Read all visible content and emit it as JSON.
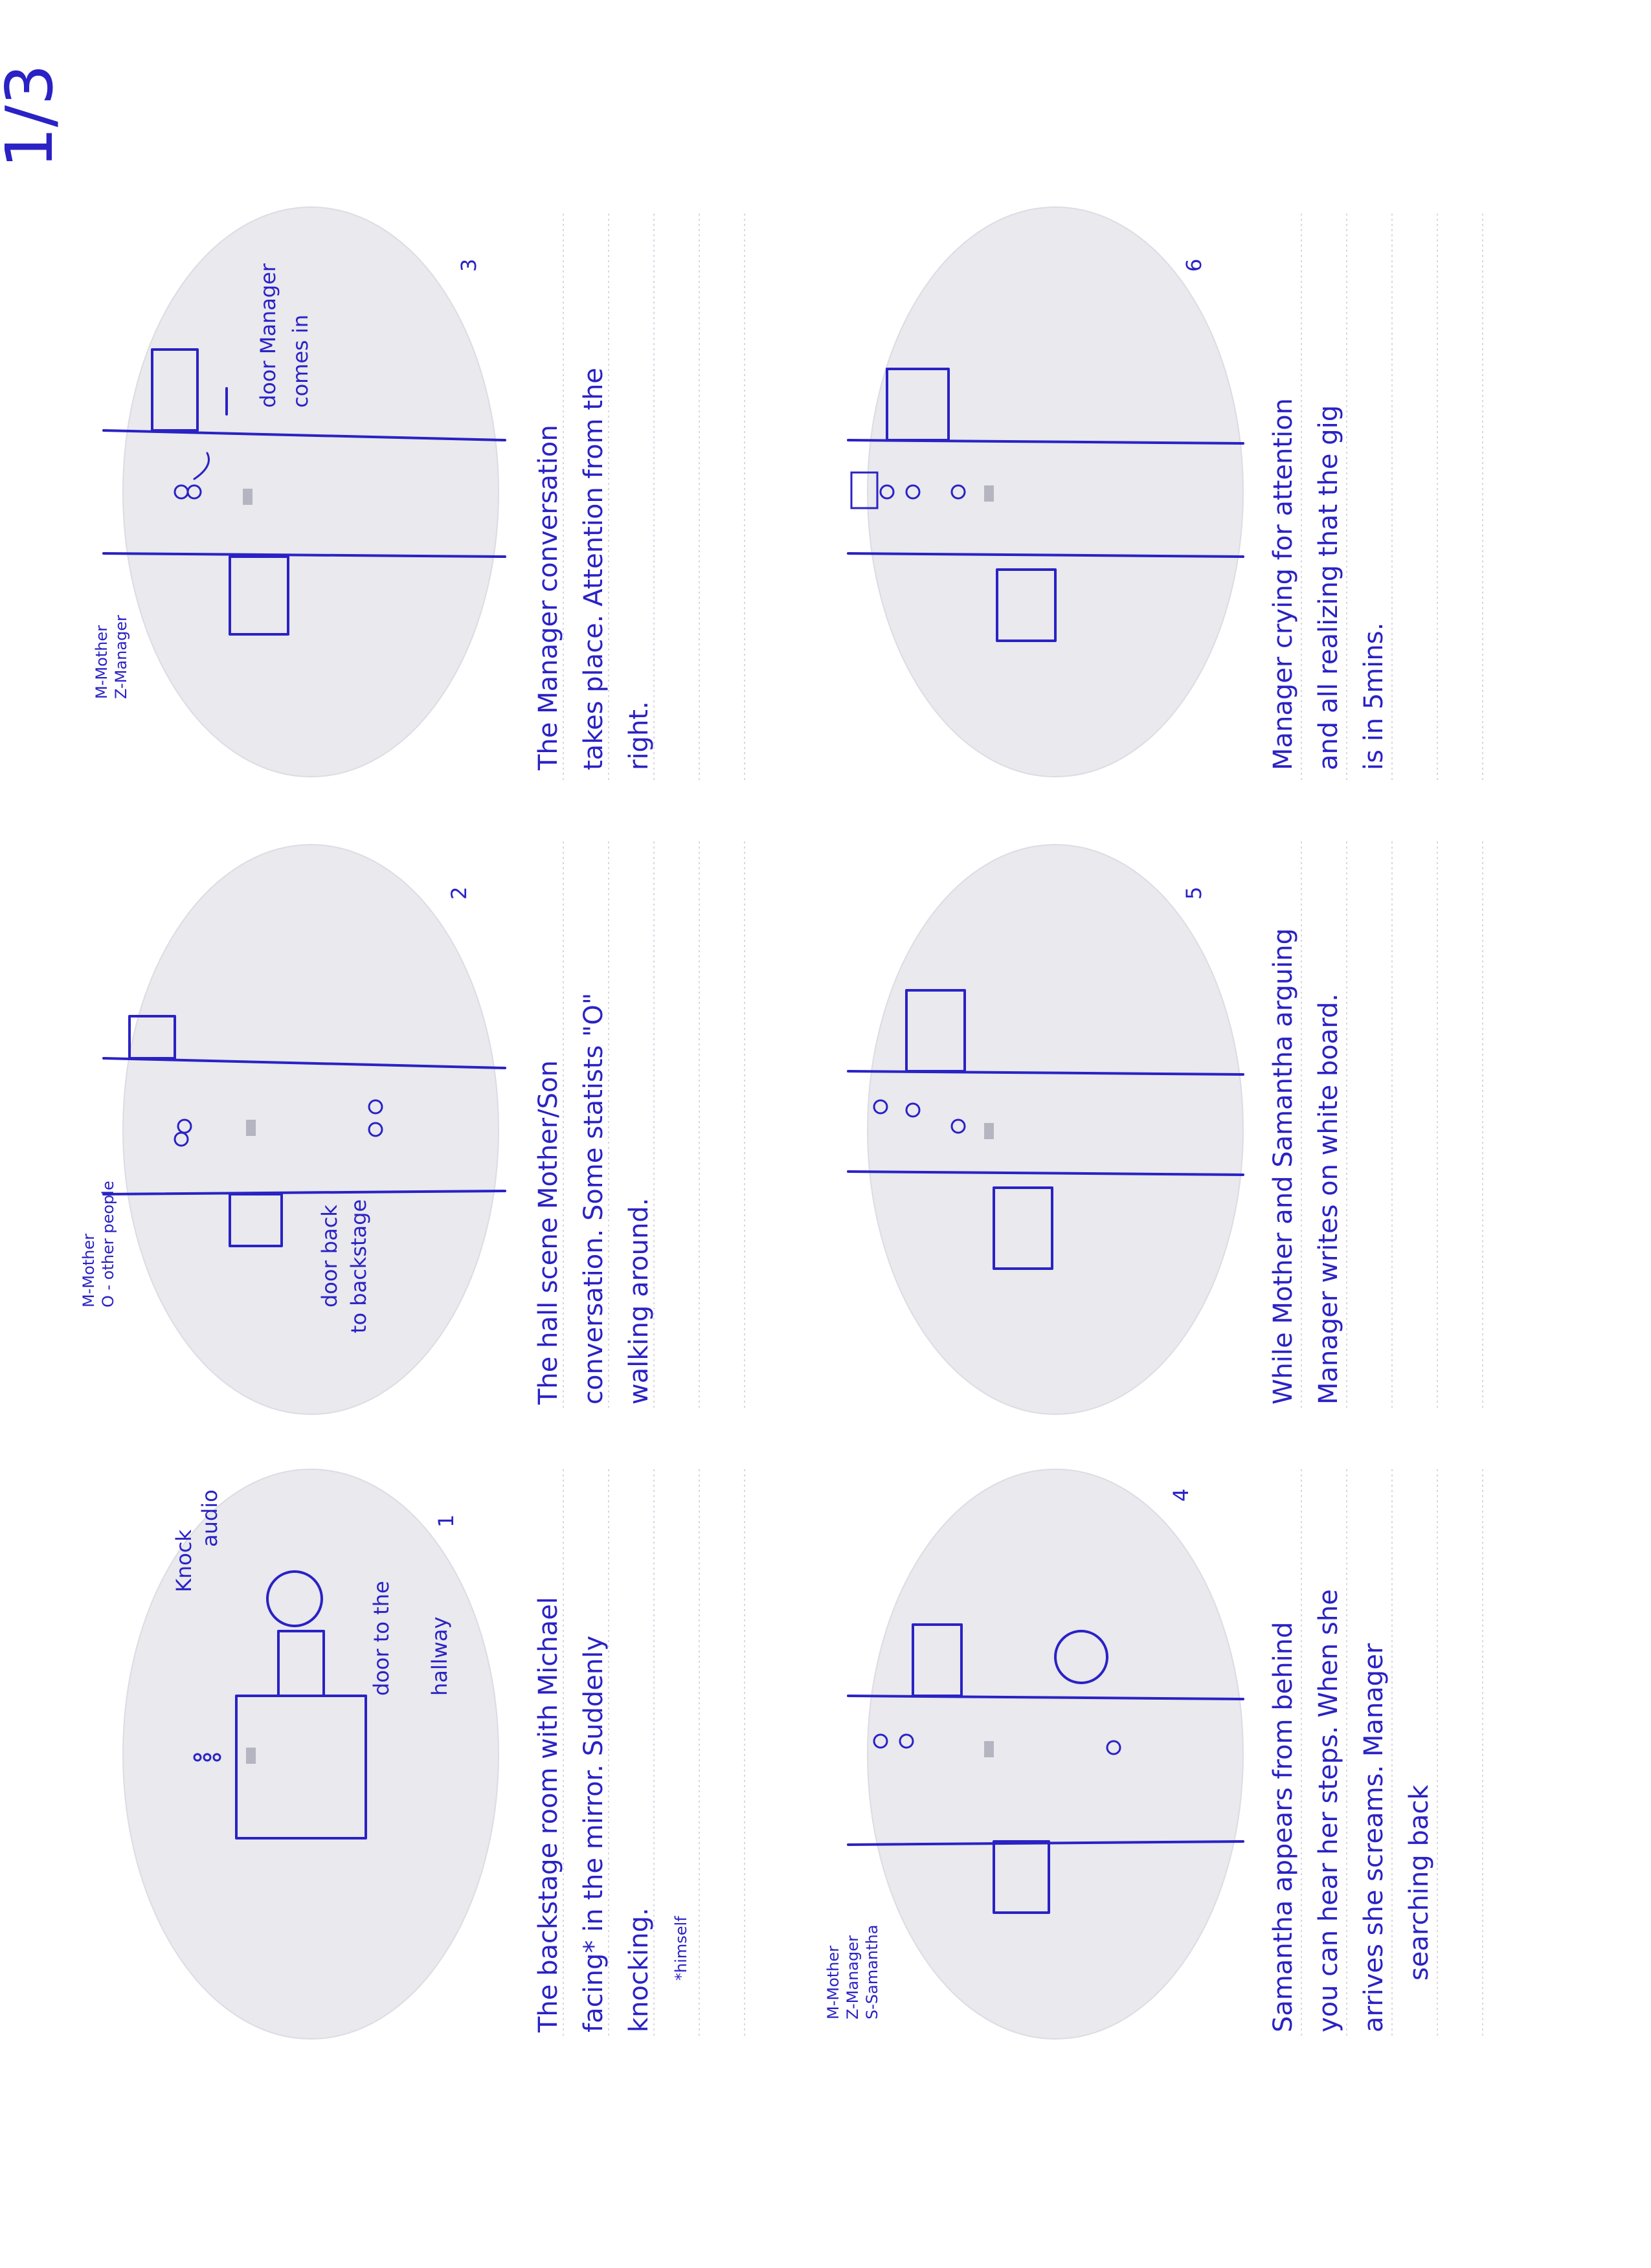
{
  "page_number": "1/3",
  "panels": [
    {
      "number": "1",
      "legend": [],
      "labels": {
        "knock": "Knock",
        "audio": "audio",
        "door_line1": "door to the",
        "door_line2": "hallway"
      },
      "caption_lines": [
        "The backstage room with Michael",
        "facing* in the mirror. Suddenly",
        "knocking.",
        "*himself"
      ]
    },
    {
      "number": "2",
      "legend": [
        "M-Mother",
        "O - other people"
      ],
      "labels": {
        "door_line1": "door back",
        "door_line2": "to backstage"
      },
      "caption_lines": [
        "The hall scene Mother/Son",
        "conversation. Some statists \"O\"",
        "walking around."
      ]
    },
    {
      "number": "3",
      "legend": [
        "M-Mother",
        "Z-Manager"
      ],
      "labels": {
        "door_line1": "door Manager",
        "door_line2": "comes in"
      },
      "caption_lines": [
        "The Manager conversation",
        "takes place. Attention from the",
        "right."
      ]
    },
    {
      "number": "4",
      "legend": [
        "M-Mother",
        "Z-Manager",
        "S-Samantha"
      ],
      "labels": {},
      "caption_lines": [
        "Samantha appears from behind",
        "you can hear her steps. When she",
        "arrives she screams. Manager",
        "searching back"
      ]
    },
    {
      "number": "5",
      "legend": [],
      "labels": {},
      "caption_lines": [
        "While Mother and Samantha arguing",
        "Manager writes on white board."
      ]
    },
    {
      "number": "6",
      "legend": [],
      "labels": {},
      "caption_lines": [
        "Manager crying for attention",
        "and all realizing that the gig",
        "is in 5mins."
      ]
    }
  ],
  "colors": {
    "ink": "#2a22c4",
    "frame": "#e9e9ee",
    "paper": "#ffffff"
  }
}
